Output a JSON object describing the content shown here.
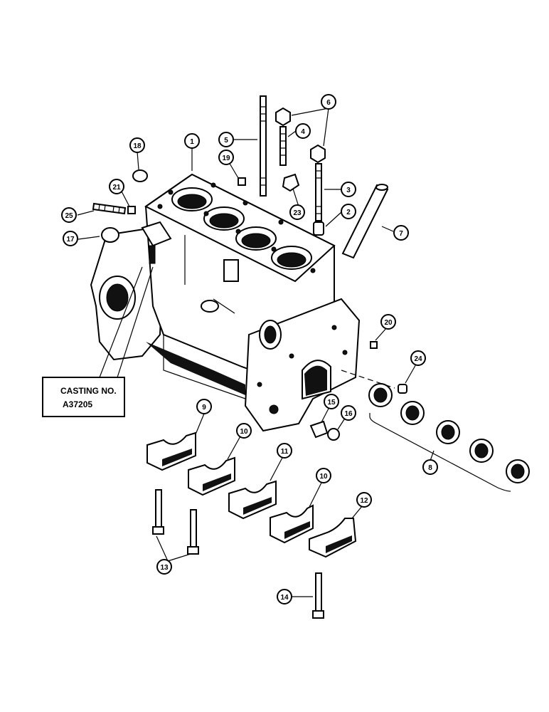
{
  "casting_box": {
    "line1": "CASTING NO.",
    "line2": "A37205"
  },
  "callouts": [
    {
      "num": "1"
    },
    {
      "num": "2"
    },
    {
      "num": "3"
    },
    {
      "num": "4"
    },
    {
      "num": "5"
    },
    {
      "num": "6"
    },
    {
      "num": "7"
    },
    {
      "num": "8"
    },
    {
      "num": "9"
    },
    {
      "num": "10"
    },
    {
      "num": "11"
    },
    {
      "num": "10"
    },
    {
      "num": "12"
    },
    {
      "num": "13"
    },
    {
      "num": "14"
    },
    {
      "num": "15"
    },
    {
      "num": "16"
    },
    {
      "num": "17"
    },
    {
      "num": "18"
    },
    {
      "num": "19"
    },
    {
      "num": "20"
    },
    {
      "num": "21"
    },
    {
      "num": "23"
    },
    {
      "num": "24"
    },
    {
      "num": "25"
    }
  ],
  "colors": {
    "ink": "#000000",
    "paper": "#ffffff"
  }
}
